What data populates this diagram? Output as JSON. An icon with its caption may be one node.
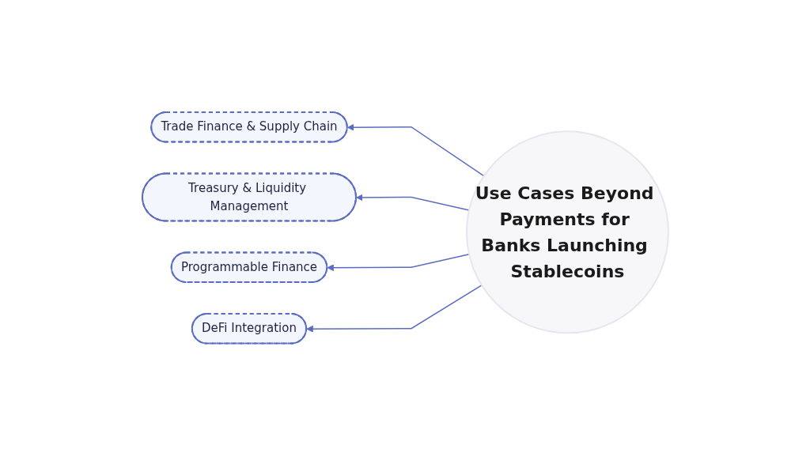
{
  "diagram": {
    "nodes": [
      {
        "text": [
          "Trade Finance & Supply Chain"
        ]
      },
      {
        "text": [
          "Treasury & Liquidity Management"
        ]
      },
      {
        "text": [
          "Programmable Finance"
        ]
      },
      {
        "text": [
          "DeFi Integration"
        ]
      },
      {
        "text": [
          "Use Cases Beyond Payments for Banks Launching Stablecoins"
        ]
      }
    ],
    "edges": [
      {
        "from": 4,
        "to": 0,
        "arrow": "to"
      },
      {
        "from": 4,
        "to": 1,
        "arrow": "to"
      },
      {
        "from": 4,
        "to": 2,
        "arrow": "to"
      },
      {
        "from": 4,
        "to": 3,
        "arrow": "to"
      }
    ]
  }
}
